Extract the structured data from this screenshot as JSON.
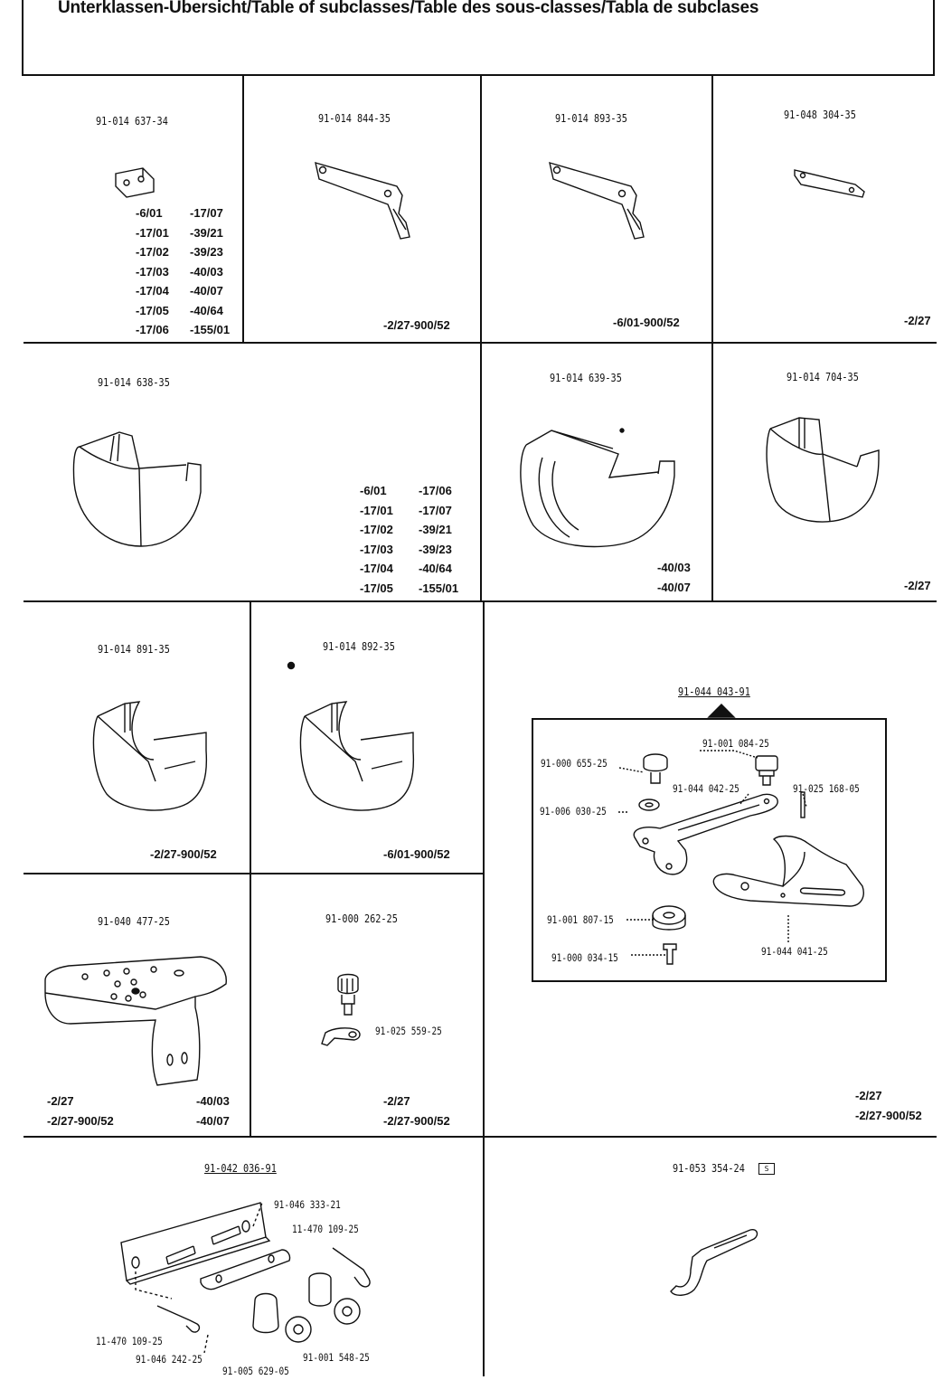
{
  "header": {
    "title": "Unterklassen-Übersicht/Table of subclasses/Table des sous-classes/Tabla de subclases"
  },
  "cells": {
    "c1": {
      "part": "91-014 637-34",
      "col1": [
        "-6/01",
        "-17/01",
        "-17/02",
        "-17/03",
        "-17/04",
        "-17/05",
        "-17/06"
      ],
      "col2": [
        "-17/07",
        "-39/21",
        "-39/23",
        "-40/03",
        "-40/07",
        "-40/64",
        "-155/01"
      ]
    },
    "c2": {
      "part": "91-014 844-35",
      "sub": "-2/27-900/52"
    },
    "c3": {
      "part": "91-014 893-35",
      "sub": "-6/01-900/52"
    },
    "c4": {
      "part": "91-048 304-35",
      "sub": "-2/27"
    },
    "c5": {
      "part": "91-014 638-35",
      "col1": [
        "-6/01",
        "-17/01",
        "-17/02",
        "-17/03",
        "-17/04",
        "-17/05"
      ],
      "col2": [
        "-17/06",
        "-17/07",
        "-39/21",
        "-39/23",
        "-40/64",
        "-155/01"
      ]
    },
    "c6": {
      "part": "91-014 639-35",
      "sub1": "-40/03",
      "sub2": "-40/07"
    },
    "c7": {
      "part": "91-014 704-35",
      "sub": "-2/27"
    },
    "c8": {
      "part": "91-014 891-35",
      "sub": "-2/27-900/52"
    },
    "c9": {
      "part": "91-014 892-35",
      "sub": "-6/01-900/52"
    },
    "c10": {
      "part": "91-040 477-25",
      "sub_l1": "-2/27",
      "sub_l2": "-2/27-900/52",
      "sub_r1": "-40/03",
      "sub_r2": "-40/07"
    },
    "c11": {
      "part": "91-000 262-25",
      "label": "91-025 559-25",
      "sub1": "-2/27",
      "sub2": "-2/27-900/52"
    },
    "c12": {
      "part": "91-044 043-91",
      "labels": [
        "91-001 084-25",
        "91-000 655-25",
        "91-044 042-25",
        "91-025 168-05",
        "91-006 030-25",
        "91-001 807-15",
        "91-044 041-25",
        "91-000 034-15"
      ],
      "sub1": "-2/27",
      "sub2": "-2/27-900/52"
    },
    "c13": {
      "part": "91-042 036-91",
      "labels": [
        "91-046 333-21",
        "11-470 109-25",
        "11-470 109-25",
        "91-046 242-25",
        "91-005 629-05",
        "91-001 548-25"
      ]
    },
    "c14": {
      "part": "91-053 354-24",
      "badge": "S"
    }
  }
}
